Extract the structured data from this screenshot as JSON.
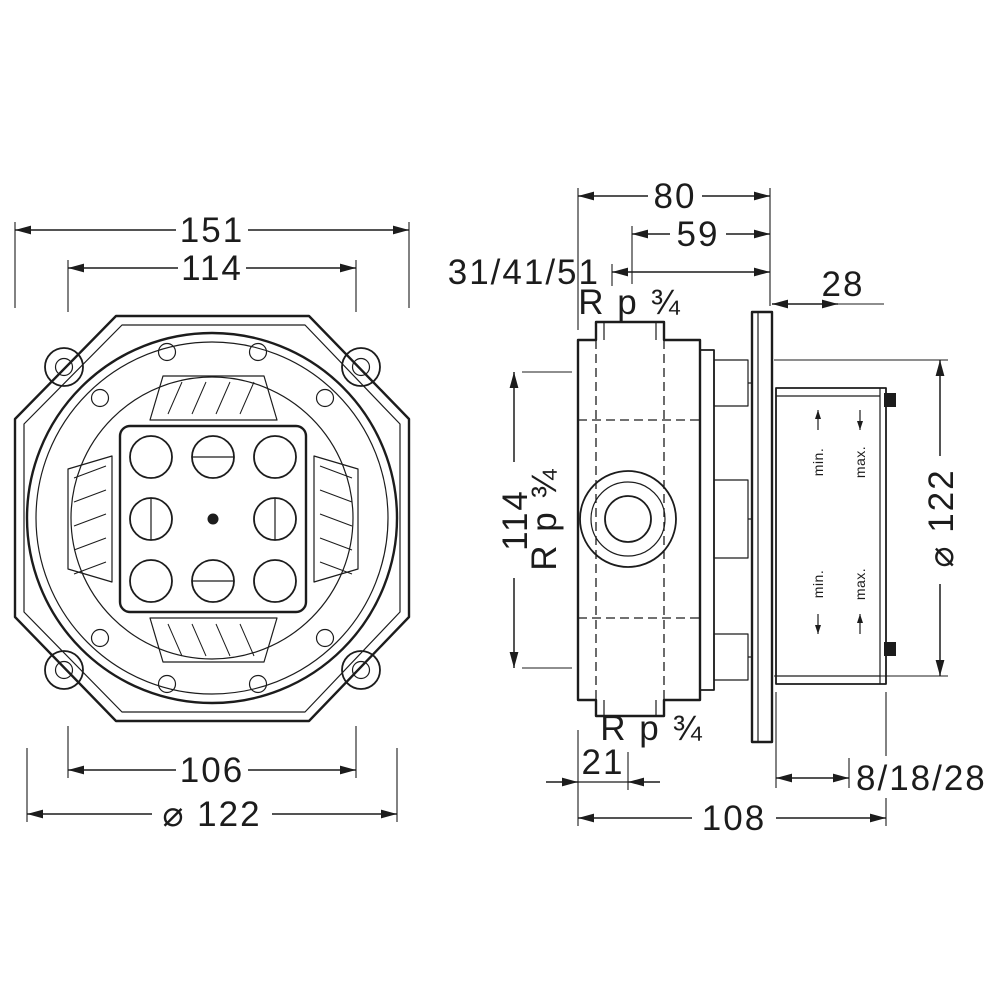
{
  "front_view": {
    "dim_overall_width": "151",
    "dim_bolt_width_top": "114",
    "dim_bolt_width_bottom": "106",
    "dim_diameter": "⌀ 122"
  },
  "side_view": {
    "dim_overall_depth": "80",
    "dim_body_depth": "59",
    "dim_installation_depth": "31/41/51",
    "dim_wall_offset": "28",
    "thread_top": "R p ¾",
    "thread_side": "R p ¾",
    "thread_bottom": "R p ¾",
    "dim_height": "114",
    "dim_flange_diameter": "⌀ 122",
    "dim_bottom_offset": "21",
    "dim_cover_projection": "8/18/28",
    "dim_total_depth": "108",
    "label_min": "min.",
    "label_max": "max."
  }
}
